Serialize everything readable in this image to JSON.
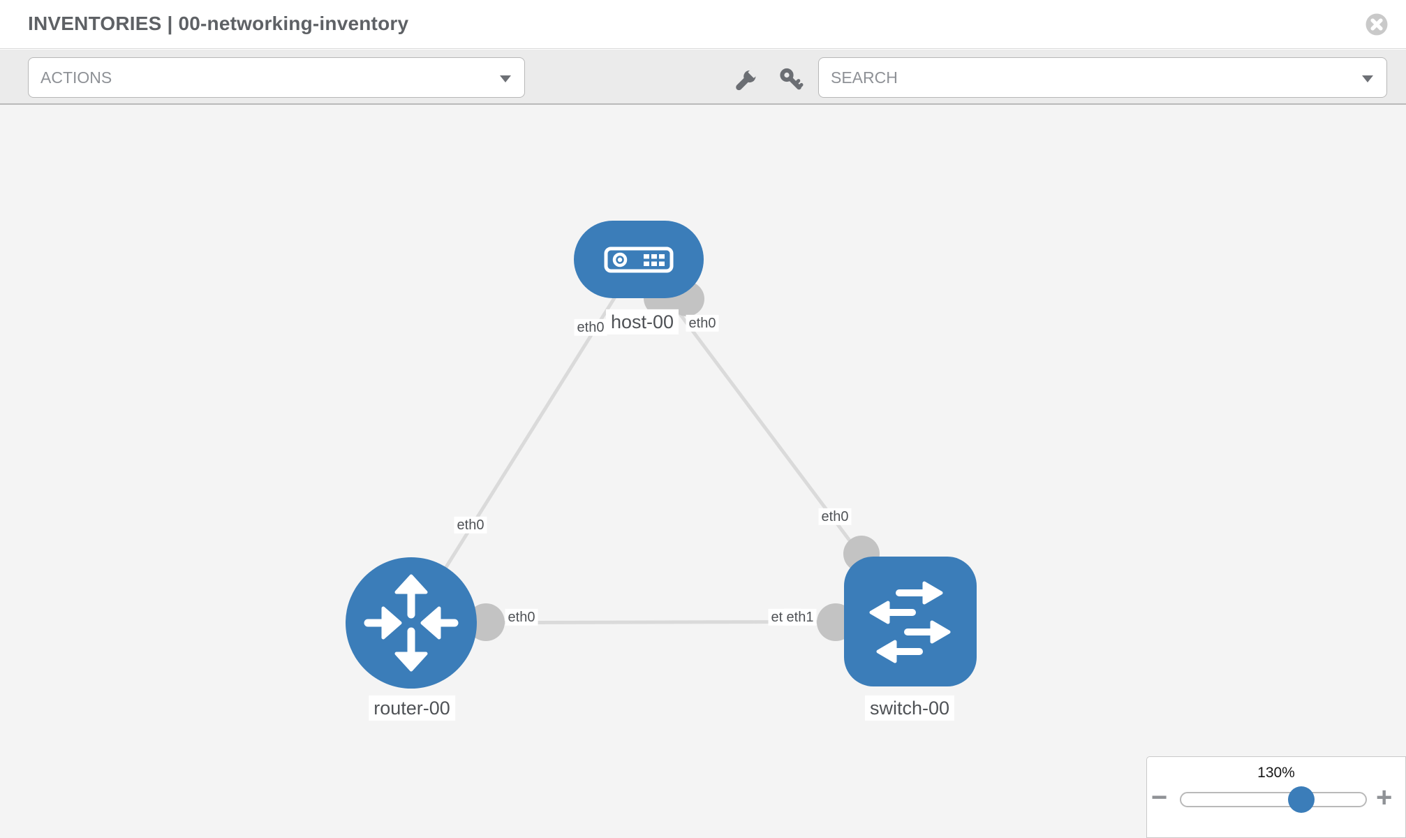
{
  "window": {
    "title": "INVENTORIES | 00-networking-inventory"
  },
  "toolbar": {
    "actions_placeholder": "ACTIONS",
    "search_placeholder": "SEARCH"
  },
  "topology": {
    "nodes": [
      {
        "name": "host-00",
        "type": "host",
        "shape": "rounded-rect"
      },
      {
        "name": "router-00",
        "type": "router",
        "shape": "circle"
      },
      {
        "name": "switch-00",
        "type": "switch",
        "shape": "rounded-square"
      }
    ],
    "links": [
      {
        "from": "host-00",
        "from_iface": "eth0",
        "to": "router-00",
        "to_iface": "eth0"
      },
      {
        "from": "host-00",
        "from_iface": "eth0",
        "to": "switch-00",
        "to_iface": "eth0"
      },
      {
        "from": "router-00",
        "from_iface": "eth0",
        "to": "switch-00",
        "to_iface": "eth1"
      }
    ],
    "labels": {
      "host": "host-00",
      "router": "router-00",
      "switch": "switch-00",
      "host_to_router_host_side": "eth0",
      "host_to_switch_host_side": "eth0",
      "host_to_router_router_side": "eth0",
      "host_to_switch_switch_side": "eth0",
      "router_to_switch_router_side": "eth0",
      "router_to_switch_switch_side_under": "eth1",
      "router_to_switch_switch_side_top": "eth1"
    }
  },
  "zoom_control": {
    "value": "130%",
    "minus_glyph": "−",
    "plus_glyph": "+"
  },
  "colors": {
    "node_blue": "#3b7db9",
    "link_gray": "#dadada",
    "handle_gray": "#c3c3c3",
    "canvas_bg": "#f4f4f4",
    "toolbar_bg": "#ebebeb",
    "icon_gray": "#6b6e73",
    "label_text": "#4f5256"
  }
}
